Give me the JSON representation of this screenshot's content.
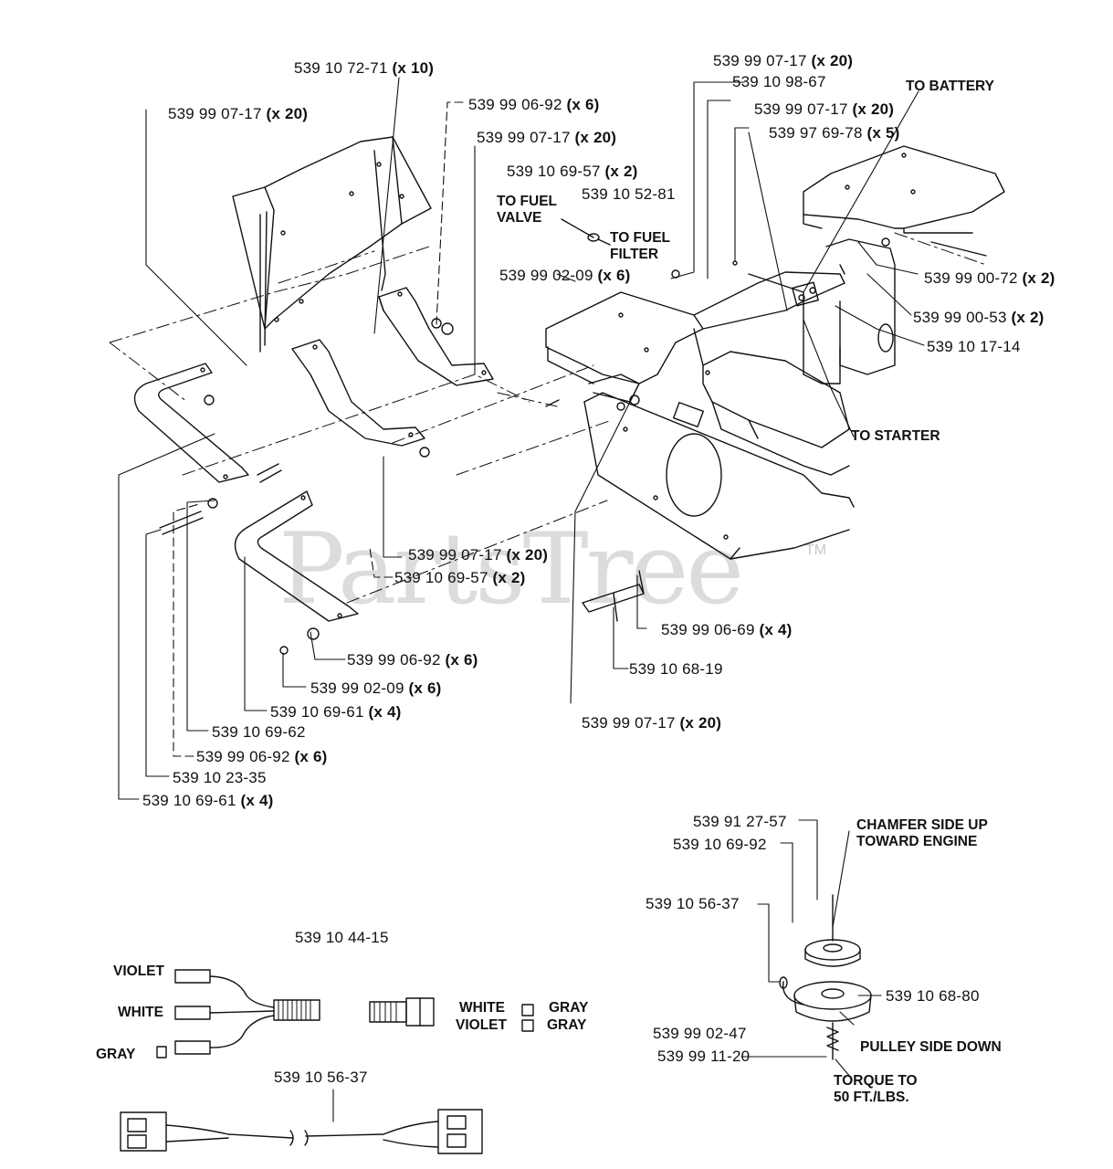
{
  "watermark": {
    "brand": "PartsTree",
    "tm": "TM"
  },
  "callouts": [
    {
      "part": "539 10 72-71",
      "qty": "(x 10)"
    },
    {
      "part": "539 99 07-17",
      "qty": "(x 20)"
    },
    {
      "part": "539 99 06-92",
      "qty": "(x 6)"
    },
    {
      "part": "539 99 07-17",
      "qty": "(x 20)"
    },
    {
      "part": "539 10 69-57",
      "qty": "(x 2)"
    },
    {
      "part": "539 10 52-81",
      "qty": ""
    },
    {
      "part": "539 99 02-09",
      "qty": "(x 6)"
    },
    {
      "part": "539 99 07-17",
      "qty": "(x 20)"
    },
    {
      "part": "539 10 98-67",
      "qty": ""
    },
    {
      "part": "539 99 07-17",
      "qty": "(x 20)"
    },
    {
      "part": "539 97 69-78",
      "qty": "(x 5)"
    },
    {
      "part": "539 99 00-72",
      "qty": "(x 2)"
    },
    {
      "part": "539 99 00-53",
      "qty": "(x 2)"
    },
    {
      "part": "539 10 17-14",
      "qty": ""
    },
    {
      "part": "539 99 07-17",
      "qty": "(x 20)"
    },
    {
      "part": "539 10 69-57",
      "qty": "(x 2)"
    },
    {
      "part": "539 99 06-69",
      "qty": "(x 4)"
    },
    {
      "part": "539 10 68-19",
      "qty": ""
    },
    {
      "part": "539 99 06-92",
      "qty": "(x 6)"
    },
    {
      "part": "539 99 02-09",
      "qty": "(x 6)"
    },
    {
      "part": "539 10 69-61",
      "qty": "(x 4)"
    },
    {
      "part": "539 10 69-62",
      "qty": ""
    },
    {
      "part": "539 99 07-17",
      "qty": "(x 20)"
    },
    {
      "part": "539 99 06-92",
      "qty": "(x 6)"
    },
    {
      "part": "539 10 23-35",
      "qty": ""
    },
    {
      "part": "539 10 69-61",
      "qty": "(x 4)"
    },
    {
      "part": "539 91 27-57",
      "qty": ""
    },
    {
      "part": "539 10 69-92",
      "qty": ""
    },
    {
      "part": "539 10 56-37",
      "qty": ""
    },
    {
      "part": "539 10 68-80",
      "qty": ""
    },
    {
      "part": "539 99 02-47",
      "qty": ""
    },
    {
      "part": "539 99 11-20",
      "qty": ""
    },
    {
      "part": "539 10 44-15",
      "qty": ""
    },
    {
      "part": "539 10 56-37",
      "qty": ""
    }
  ],
  "notes": {
    "to_fuel_valve": "TO FUEL\nVALVE",
    "to_fuel_filter": "TO FUEL\nFILTER",
    "to_battery": "TO BATTERY",
    "to_starter": "TO STARTER",
    "chamfer": "CHAMFER SIDE UP\nTOWARD ENGINE",
    "pulley_side": "PULLEY SIDE DOWN",
    "torque": "TORQUE TO\n50 FT./LBS."
  },
  "wires": {
    "violet": "VIOLET",
    "white": "WHITE",
    "gray": "GRAY",
    "right_white": "WHITE",
    "right_violet": "VIOLET",
    "gray_a": "GRAY",
    "gray_b": "GRAY"
  }
}
